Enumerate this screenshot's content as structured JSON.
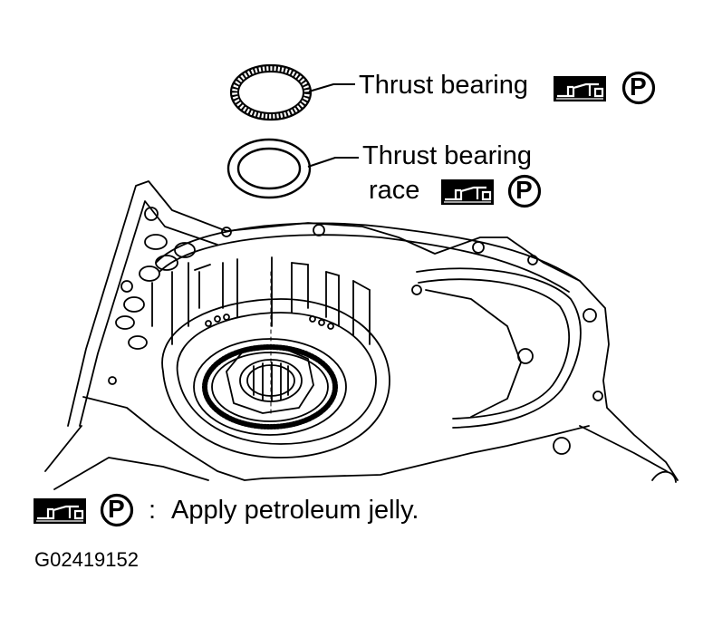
{
  "callouts": {
    "thrust_bearing": "Thrust bearing",
    "thrust_bearing_race_line1": "Thrust bearing",
    "thrust_bearing_race_line2": "race"
  },
  "legend": {
    "separator": ":",
    "text": "Apply petroleum jelly."
  },
  "symbols": {
    "grease_gun": "grease-gun-icon",
    "petroleum_jelly": "P"
  },
  "figure_code": "G02419152"
}
